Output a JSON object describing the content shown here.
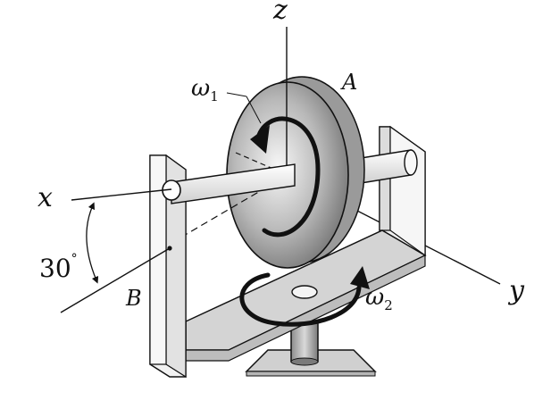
{
  "labels": {
    "z_axis": "z",
    "x_axis": "x",
    "y_axis": "y",
    "disk": "A",
    "point_b": "B",
    "angle_value": "30",
    "angle_unit": "°",
    "omega": "ω",
    "omega1_sub": "1",
    "omega2_sub": "2"
  },
  "colors": {
    "line": "#111111",
    "disk_light": "#e4e4e4",
    "disk_dark": "#7a7a7a",
    "frame_fill": "#d6d6d6",
    "frame_face": "#f2f2f2",
    "shaft": "#f4f4f4"
  }
}
